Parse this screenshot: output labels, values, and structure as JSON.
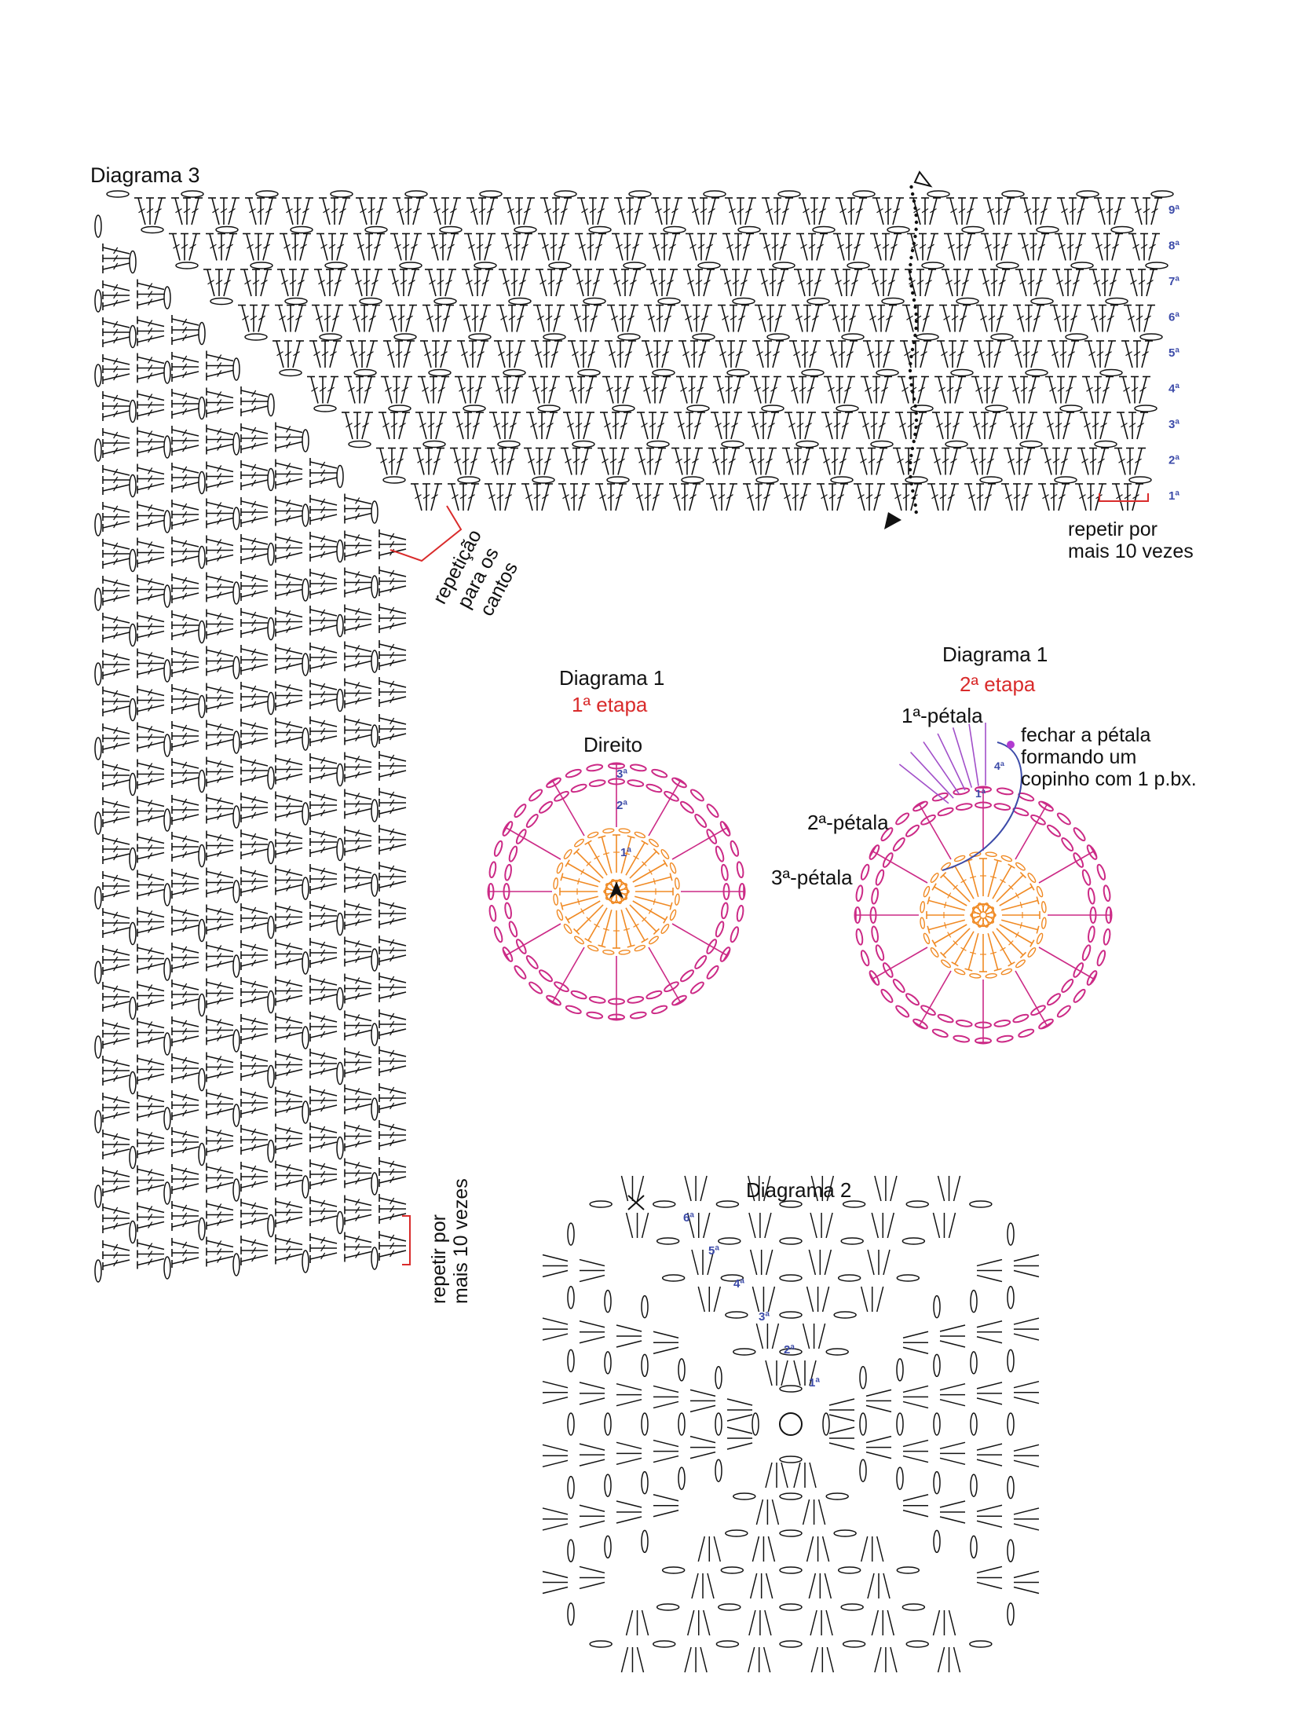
{
  "diagram3": {
    "title": "Diagrama 3",
    "rows": [
      "9ª",
      "8ª",
      "7ª",
      "6ª",
      "5ª",
      "4ª",
      "3ª",
      "2ª",
      "1ª"
    ],
    "repeat_right": "repetir por\nmais 10 vezes",
    "corner_note": "repetição\npara os\ncantos",
    "repeat_bottom": "repetir por\nmais 10 vezes"
  },
  "diagram1a": {
    "title": "Diagrama 1",
    "stage": "1ª etapa",
    "side": "Direito",
    "rounds": [
      "1ª",
      "2ª",
      "3ª"
    ]
  },
  "diagram1b": {
    "title": "Diagrama 1",
    "stage": "2ª etapa",
    "petal1": "1ª-pétala",
    "petal2": "2ª-pétala",
    "petal3": "3ª-pétala",
    "note": "fechar a pétala\nformando um\ncopinho com 1 p.bx.",
    "rounds": [
      "1ª",
      "4ª"
    ]
  },
  "diagram2": {
    "title": "Diagrama 2",
    "rounds": [
      "1ª",
      "2ª",
      "3ª",
      "4ª",
      "5ª",
      "6ª"
    ]
  },
  "colors": {
    "orange": "#f08a24",
    "magenta": "#cc2a86",
    "purple": "#8e44c0",
    "blue": "#3b4aa8",
    "red": "#d92b2b"
  }
}
